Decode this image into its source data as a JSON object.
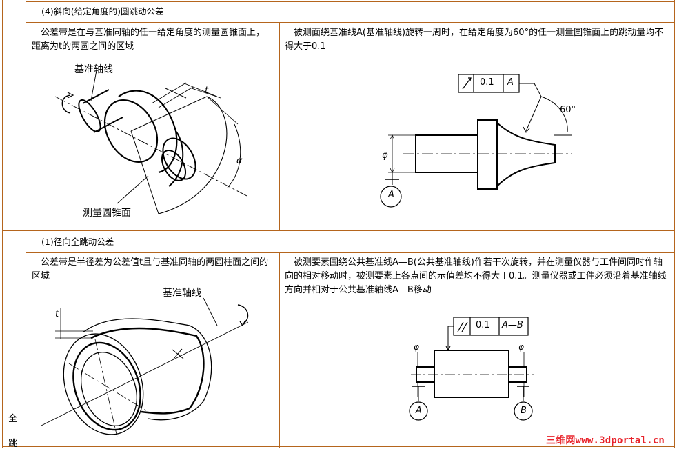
{
  "section_upper": {
    "header": "(4)斜向(给定角度的)圆跳动公差",
    "zone_desc": "公差带是在与基准同轴的任一给定角度的测量圆锥面上，距离为t的两圆之间的区域",
    "requirement": "被测面绕基准线A(基准轴线)旋转一周时，在给定角度为60°的任一测量圆锥面上的跳动量均不得大于0.1",
    "fig_left": {
      "axis_label": "基准轴线",
      "cone_label": "测量圆锥面",
      "t_label": "t",
      "alpha_label": "α"
    },
    "fig_right": {
      "frame_value": "0.1",
      "frame_datum": "A",
      "angle_label": "60°",
      "phi_label": "φ",
      "datum_circle": "A"
    }
  },
  "section_lower": {
    "side_label_chars": [
      "全",
      "跳"
    ],
    "header": "(1)径向全跳动公差",
    "zone_desc": "公差带是半径差为公差值t且与基准同轴的两圆柱面之间的区域",
    "requirement": "被测要素围绕公共基准线A—B(公共基准轴线)作若干次旋转，并在测量仪器与工件间同时作轴向的相对移动时，被测要素上各点间的示值差均不得大于0.1。测量仪器或工件必须沿着基准轴线方向并相对于公共基准轴线A—B移动",
    "fig_left": {
      "axis_label": "基准轴线",
      "t_label": "t"
    },
    "fig_right": {
      "frame_value": "0.1",
      "frame_datum": "A—B",
      "phi_left": "φ",
      "phi_right": "φ",
      "datum_a": "A",
      "datum_b": "B"
    }
  },
  "watermark": "三维网www.3dportal.cn",
  "colors": {
    "grid": "#b5651d",
    "watermark": "#e8222a"
  }
}
